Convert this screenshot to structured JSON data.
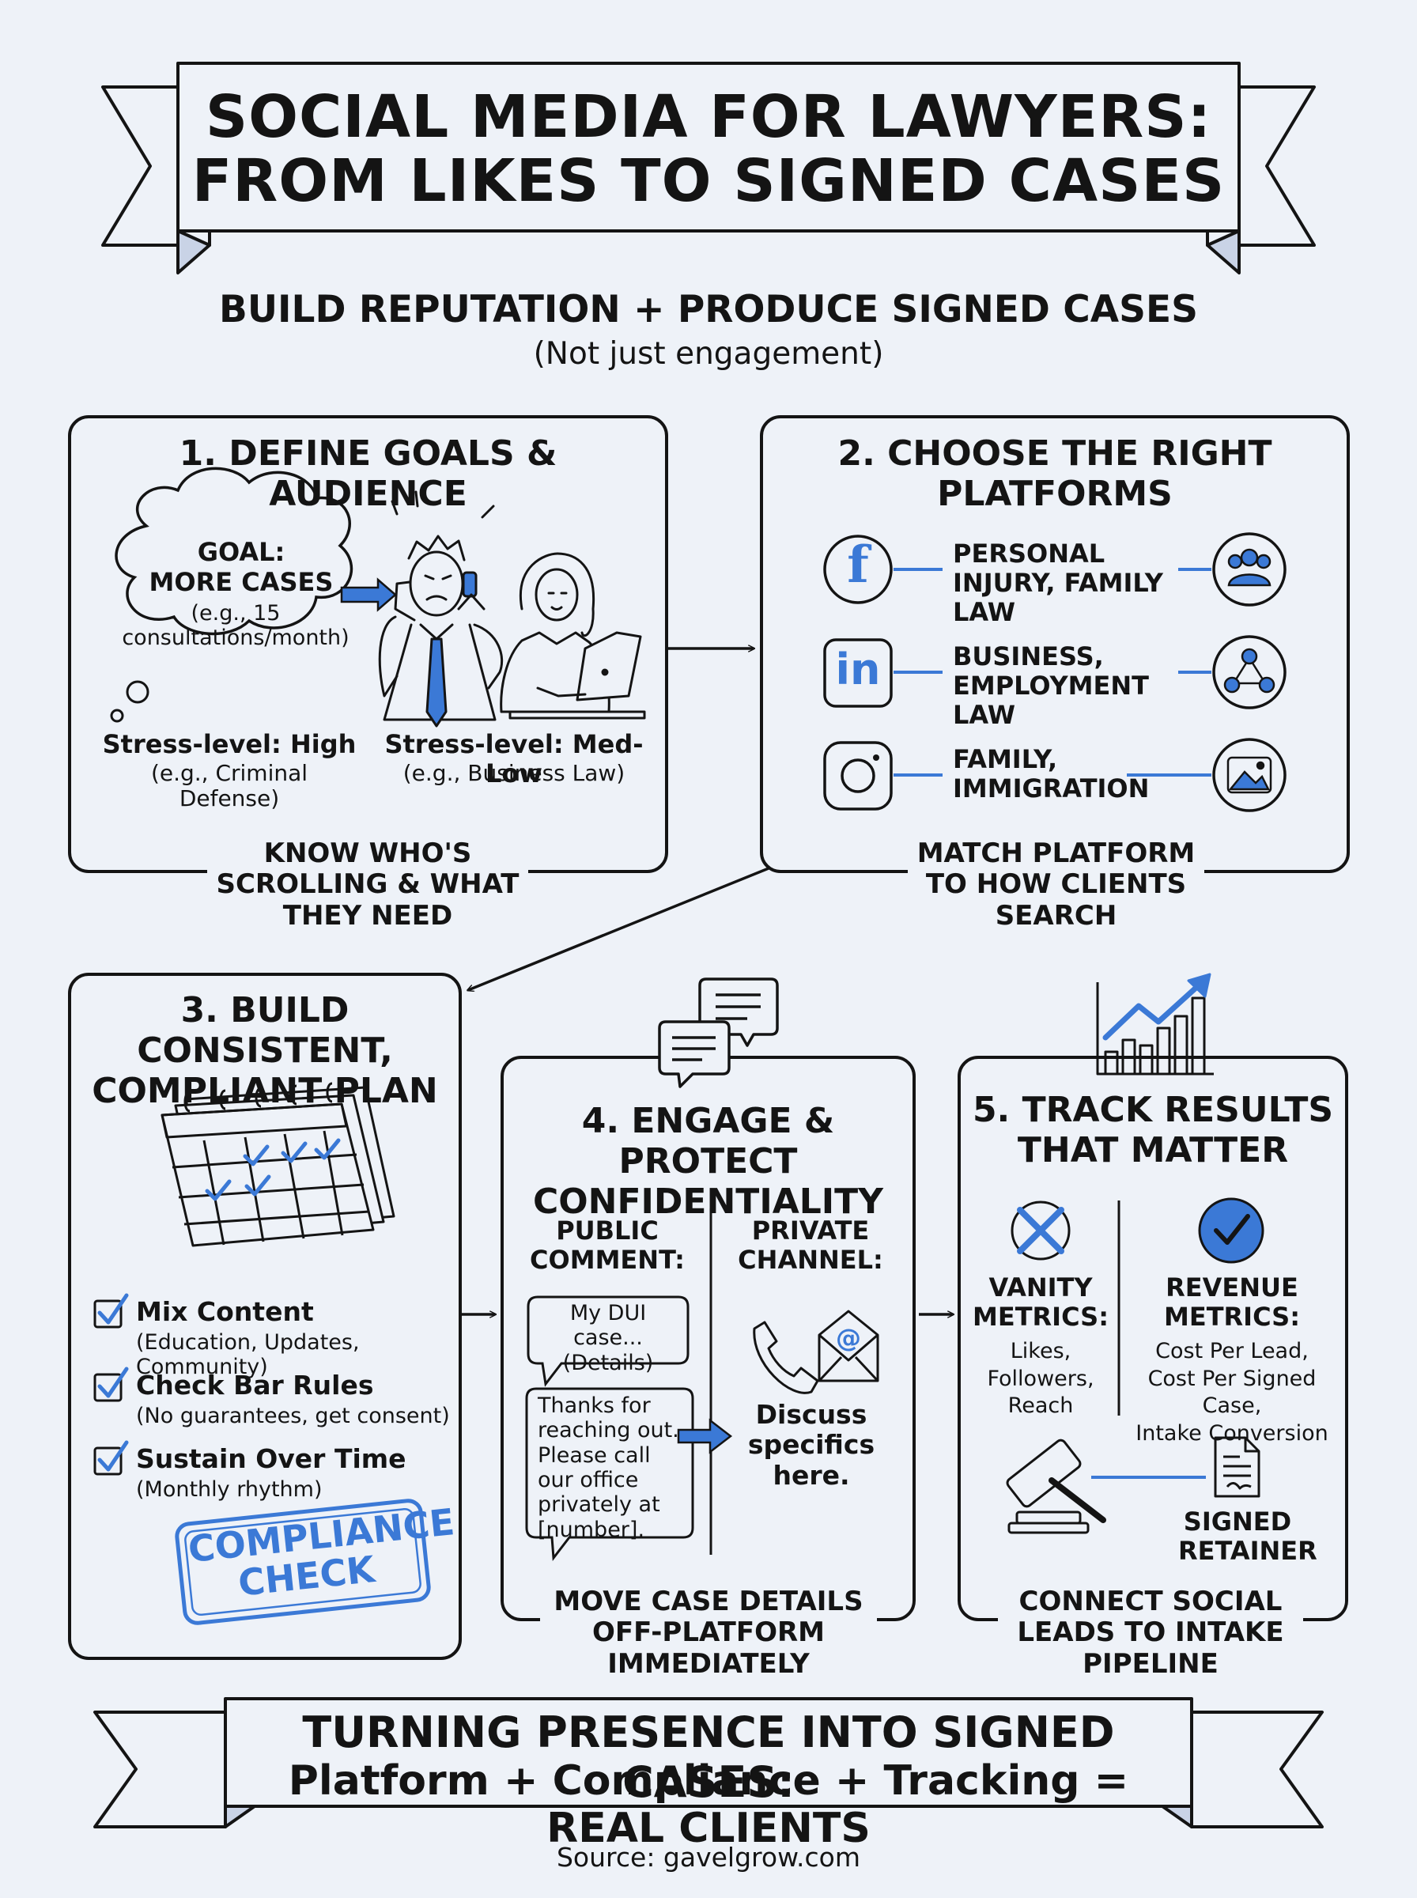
{
  "title": {
    "line1": "SOCIAL MEDIA FOR LAWYERS:",
    "line2": "FROM LIKES TO SIGNED CASES"
  },
  "subtitle": {
    "line1": "BUILD REPUTATION + PRODUCE SIGNED CASES",
    "line2": "(Not just engagement)"
  },
  "step1": {
    "heading": "1. DEFINE GOALS & AUDIENCE",
    "goal_title": "GOAL:",
    "goal_main": "MORE CASES",
    "goal_example": "(e.g., 15 consultations/month)",
    "left_label": "Stress-level: High",
    "left_example": "(e.g., Criminal Defense)",
    "right_label": "Stress-level: Med-Low",
    "right_example": "(e.g., Business Law)",
    "caption": "KNOW WHO'S SCROLLING & WHAT THEY NEED"
  },
  "step2": {
    "heading": "2. CHOOSE THE RIGHT PLATFORMS",
    "rows": [
      {
        "platform_icon": "facebook-icon",
        "text": "PERSONAL INJURY, FAMILY LAW",
        "audience_icon": "group-icon"
      },
      {
        "platform_icon": "linkedin-icon",
        "text": "BUSINESS, EMPLOYMENT LAW",
        "audience_icon": "network-icon"
      },
      {
        "platform_icon": "instagram-icon",
        "text": "FAMILY, IMMIGRATION",
        "audience_icon": "image-icon"
      }
    ],
    "facebook_glyph": "f",
    "linkedin_glyph": "in",
    "caption": "MATCH PLATFORM TO HOW CLIENTS SEARCH"
  },
  "step3": {
    "heading": "3. BUILD CONSISTENT, COMPLIANT PLAN",
    "items": [
      {
        "title": "Mix Content",
        "detail": "(Education, Updates, Community)"
      },
      {
        "title": "Check Bar Rules",
        "detail": "(No guarantees, get consent)"
      },
      {
        "title": "Sustain Over Time",
        "detail": "(Monthly rhythm)"
      }
    ],
    "stamp": "COMPLIANCE CHECK"
  },
  "step4": {
    "heading": "4. ENGAGE & PROTECT CONFIDENTIALITY",
    "public_label": "PUBLIC COMMENT:",
    "private_label": "PRIVATE CHANNEL:",
    "comment": "My DUI case... (Details)",
    "reply": "Thanks for reaching out. Please call our office privately at [number].",
    "email_glyph": "@",
    "private_text": "Discuss specifics here.",
    "caption": "MOVE CASE DETAILS OFF-PLATFORM IMMEDIATELY"
  },
  "step5": {
    "heading": "5. TRACK RESULTS THAT MATTER",
    "vanity_title": "VANITY METRICS:",
    "vanity_items": "Likes, Followers, Reach",
    "revenue_title": "REVENUE METRICS:",
    "revenue_items": [
      "Cost Per Lead,",
      "Cost Per Signed Case,",
      "Intake Conversion"
    ],
    "retainer_label": "SIGNED RETAINER",
    "caption": "CONNECT SOCIAL LEADS TO INTAKE PIPELINE"
  },
  "footer": {
    "line1": "TURNING PRESENCE INTO SIGNED CASES:",
    "line2": "Platform + Compliance + Tracking = REAL CLIENTS"
  },
  "source": "Source: gavelgrow.com",
  "colors": {
    "accent": "#3b79d6",
    "ink": "#141414",
    "background": "#eef2f8"
  }
}
